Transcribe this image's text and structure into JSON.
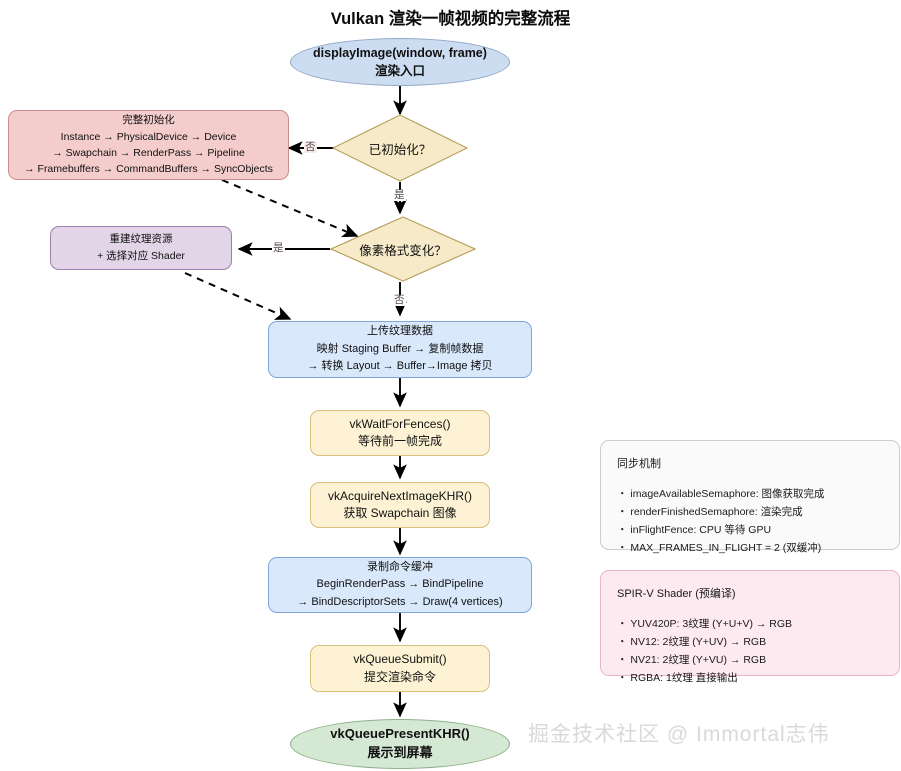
{
  "title": "Vulkan 渲染一帧视频的完整流程",
  "watermark": "掘金技术社区 @ Immortal志伟",
  "colors": {
    "blue_fill": "#dae8fc",
    "blue_stroke": "#7ea6d9",
    "yellow_fill": "#fdf3d4",
    "yellow_stroke": "#d8bf7a",
    "pink_fill": "#f5cccc",
    "pink_stroke": "#c98f8f",
    "purple_fill": "#e1d5e7",
    "purple_stroke": "#9a80ab",
    "green_fill": "#d5e8d4",
    "green_stroke": "#8fb08c",
    "diamond_fill": "#f7eac8",
    "diamond_stroke": "#b8a05e",
    "edge": "#000000",
    "label_text": "#5a4a55",
    "watermark": "#d9d9d9"
  },
  "nodes": {
    "start": {
      "shape": "ellipse",
      "lines": [
        "displayImage(window, frame)",
        "渲染入口"
      ]
    },
    "init_box": {
      "shape": "rounded-rect",
      "lines": [
        "完整初始化",
        "Instance → PhysicalDevice → Device",
        "→ Swapchain → RenderPass → Pipeline",
        "→ Framebuffers → CommandBuffers → SyncObjects"
      ]
    },
    "decision_init": {
      "shape": "diamond",
      "label": "已初始化？"
    },
    "rebuild_box": {
      "shape": "rounded-rect",
      "lines": [
        "重建纹理资源",
        "+ 选择对应 Shader"
      ]
    },
    "decision_format": {
      "shape": "diamond",
      "label": "像素格式变化？"
    },
    "upload_texture": {
      "shape": "rounded-rect",
      "lines": [
        "上传纹理数据",
        "映射 Staging Buffer → 复制帧数据",
        "→ 转换 Layout → Buffer→Image 拷贝"
      ]
    },
    "wait_fences": {
      "shape": "rounded-rect",
      "lines": [
        "vkWaitForFences()",
        "等待前一帧完成"
      ]
    },
    "acquire_image": {
      "shape": "rounded-rect",
      "lines": [
        "vkAcquireNextImageKHR()",
        "获取 Swapchain 图像"
      ]
    },
    "record_cmd": {
      "shape": "rounded-rect",
      "lines": [
        "录制命令缓冲",
        "BeginRenderPass → BindPipeline",
        "→ BindDescriptorSets → Draw(4 vertices)"
      ]
    },
    "queue_submit": {
      "shape": "rounded-rect",
      "lines": [
        "vkQueueSubmit()",
        "提交渲染命令"
      ]
    },
    "present": {
      "shape": "ellipse",
      "lines": [
        "vkQueuePresentKHR()",
        "展示到屏幕"
      ]
    }
  },
  "edge_labels": {
    "init_no": "否",
    "init_yes": "是",
    "format_yes": "是",
    "format_no": "否"
  },
  "notes": {
    "sync": {
      "title": "同步机制",
      "items": [
        "・ imageAvailableSemaphore: 图像获取完成",
        "・ renderFinishedSemaphore: 渲染完成",
        "・ inFlightFence: CPU 等待 GPU",
        "・ MAX_FRAMES_IN_FLIGHT = 2 (双缓冲)"
      ]
    },
    "shader": {
      "title": "SPIR-V Shader (预编译)",
      "items": [
        "・ YUV420P: 3纹理 (Y+U+V) → RGB",
        "・ NV12: 2纹理 (Y+UV) → RGB",
        "・ NV21: 2纹理 (Y+VU) → RGB",
        "・ RGBA: 1纹理 直接输出"
      ]
    }
  }
}
